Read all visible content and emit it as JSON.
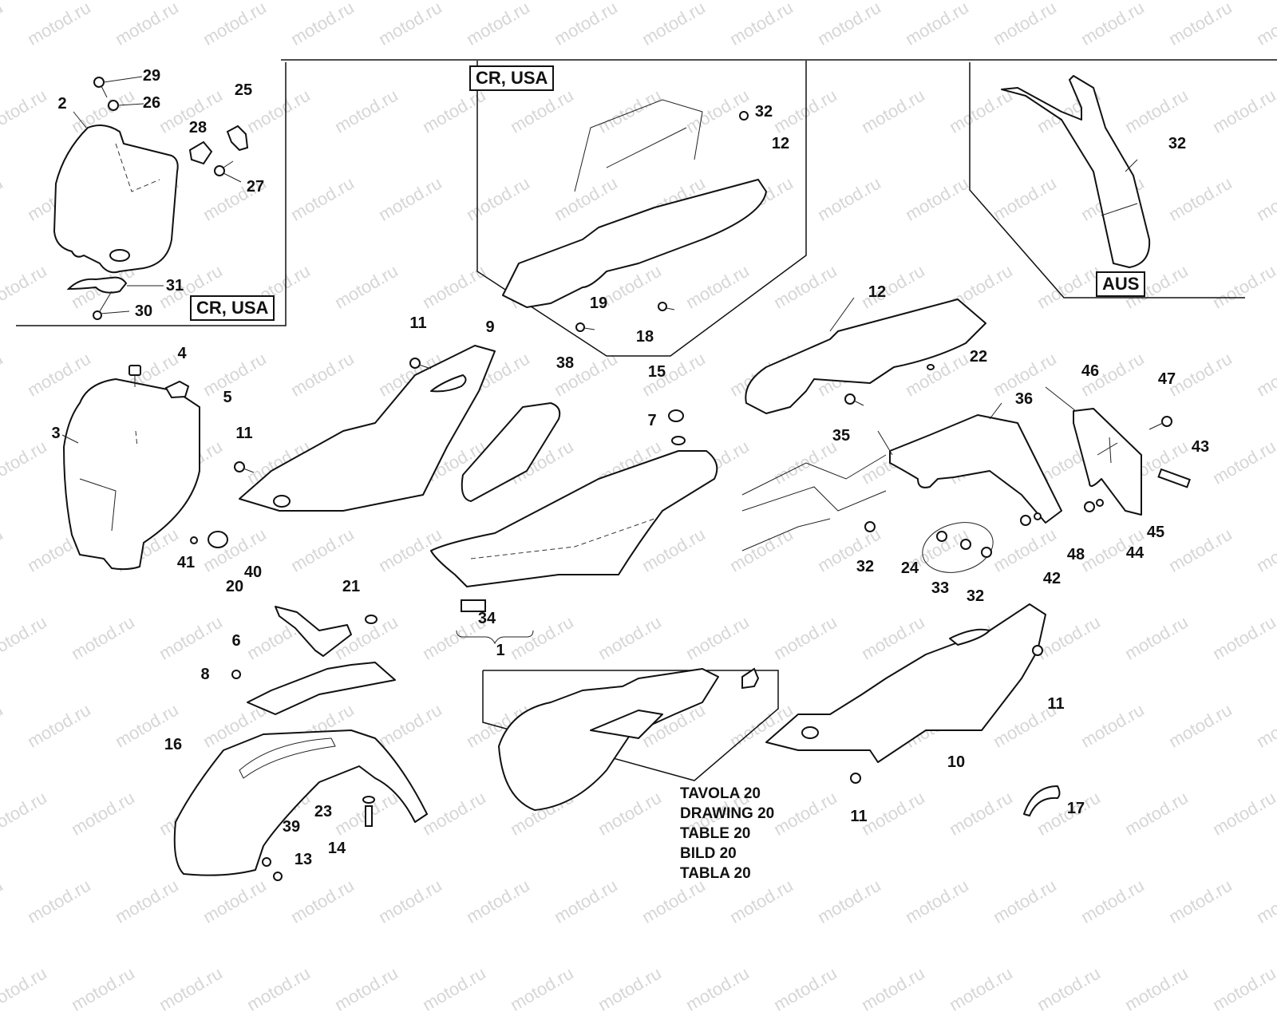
{
  "diagram": {
    "subject": "Motorcycle bodywork exploded parts diagram",
    "watermark_text": "motod.ru",
    "region_tags": {
      "top_left_inset": "CR, USA",
      "top_center_inset": "CR, USA",
      "top_right_inset": "AUS"
    },
    "reference_note": {
      "lines": [
        "TAVOLA 20",
        "DRAWING 20",
        "TABLE 20",
        "BILD 20",
        "TABLA 20"
      ]
    },
    "callouts": {
      "c1": "1",
      "c2": "2",
      "c3": "3",
      "c4": "4",
      "c5": "5",
      "c6": "6",
      "c7": "7",
      "c8": "8",
      "c9": "9",
      "c10": "10",
      "c11a": "11",
      "c11b": "11",
      "c11c": "11",
      "c11d": "11",
      "c12a": "12",
      "c12b": "12",
      "c13": "13",
      "c14": "14",
      "c15": "15",
      "c16": "16",
      "c17": "17",
      "c18": "18",
      "c19": "19",
      "c20": "20",
      "c21": "21",
      "c22": "22",
      "c23": "23",
      "c24": "24",
      "c25": "25",
      "c26": "26",
      "c27": "27",
      "c28": "28",
      "c29": "29",
      "c30": "30",
      "c31": "31",
      "c32a": "32",
      "c32b": "32",
      "c32c": "32",
      "c32d": "32",
      "c33": "33",
      "c34": "34",
      "c35": "35",
      "c36": "36",
      "c38": "38",
      "c39": "39",
      "c40": "40",
      "c41": "41",
      "c42": "42",
      "c43": "43",
      "c44": "44",
      "c45": "45",
      "c46": "46",
      "c47": "47",
      "c48": "48"
    }
  }
}
